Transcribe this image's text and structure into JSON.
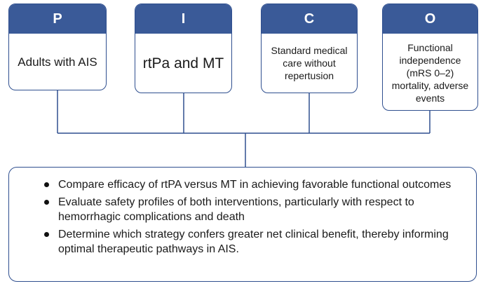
{
  "pico": [
    {
      "letter": "P",
      "text": "Adults with AIS"
    },
    {
      "letter": "I",
      "text": "rtPa and MT"
    },
    {
      "letter": "C",
      "text": "Standard medical care without repertusion"
    },
    {
      "letter": "O",
      "text": "Functional independence (mRS 0–2) mortality, adverse events"
    }
  ],
  "objectives": [
    "Compare efficacy of rtPA versus MT in achieving favorable functional outcomes",
    "Evaluate safety profiles of both interventions, particularly with respect to hemorrhagic complications and death",
    "Determine which strategy confers greater net clinical benefit, thereby informing optimal therapeutic pathways in AIS."
  ],
  "colors": {
    "header": "#3a5a98",
    "border": "#2f4f8f"
  }
}
